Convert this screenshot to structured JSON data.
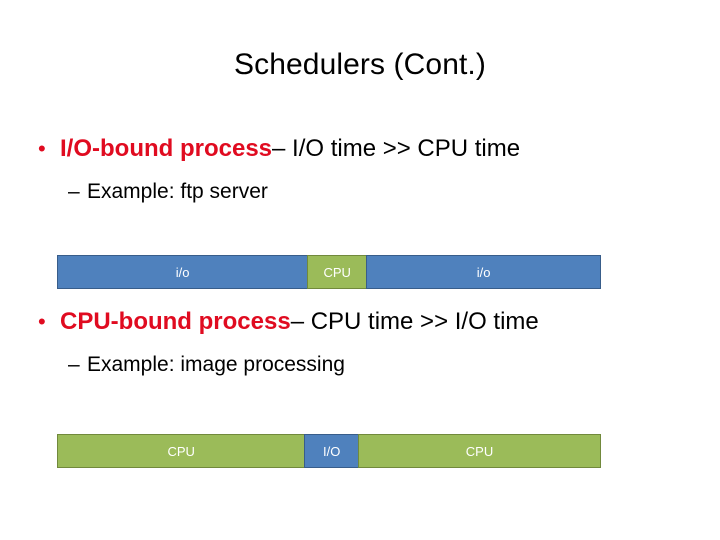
{
  "slide": {
    "title": "Schedulers (Cont.)",
    "background_color": "#FFFFFF",
    "accent_red": "#E00B20",
    "accent_blue": "#4F81BD",
    "accent_blue_border": "#385D8A",
    "accent_green": "#9BBB59",
    "accent_green_border": "#71893C"
  },
  "bullets": [
    {
      "term": "I/O-bound process",
      "rest": " – I/O time >> CPU time",
      "sub": "Example: ftp server",
      "sub_dash": "–",
      "marker": "•"
    },
    {
      "term": "CPU-bound process",
      "rest": " – CPU time >> I/O time",
      "sub": "Example: image processing",
      "sub_dash": "–",
      "marker": "•"
    }
  ],
  "timelines": [
    {
      "name": "io-bound-timeline",
      "segments": [
        {
          "label": "i/o",
          "kind": "blue",
          "width_pct": 46
        },
        {
          "label": "CPU",
          "kind": "green",
          "width_pct": 11
        },
        {
          "label": "i/o",
          "kind": "blue",
          "width_pct": 43
        }
      ]
    },
    {
      "name": "cpu-bound-timeline",
      "segments": [
        {
          "label": "CPU",
          "kind": "green",
          "width_pct": 45.5
        },
        {
          "label": "I/O",
          "kind": "blue",
          "width_pct": 10
        },
        {
          "label": "CPU",
          "kind": "green",
          "width_pct": 44.5
        }
      ]
    }
  ]
}
